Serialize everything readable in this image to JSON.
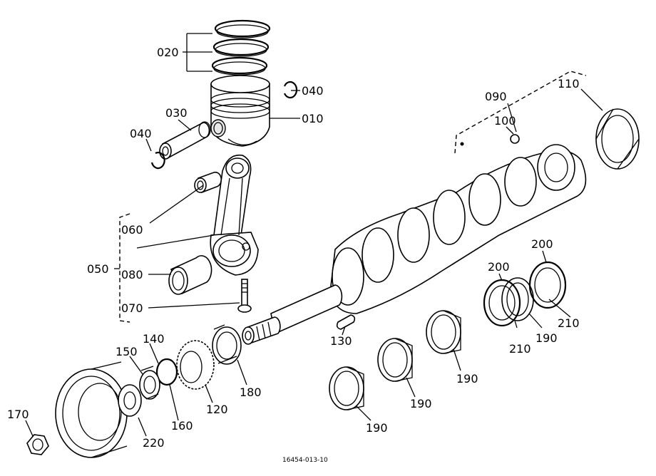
{
  "diagram": {
    "drawing_number": "16454-013-10",
    "callouts": [
      {
        "id": "c020",
        "text": "020"
      },
      {
        "id": "c040a",
        "text": "040"
      },
      {
        "id": "c030",
        "text": "030"
      },
      {
        "id": "c010",
        "text": "010"
      },
      {
        "id": "c040b",
        "text": "040"
      },
      {
        "id": "c090",
        "text": "090"
      },
      {
        "id": "c110",
        "text": "110"
      },
      {
        "id": "c100",
        "text": "100"
      },
      {
        "id": "c060",
        "text": "060"
      },
      {
        "id": "c050",
        "text": "050"
      },
      {
        "id": "c080",
        "text": "080"
      },
      {
        "id": "c070",
        "text": "070"
      },
      {
        "id": "c200a",
        "text": "200"
      },
      {
        "id": "c200b",
        "text": "200"
      },
      {
        "id": "c210a",
        "text": "210"
      },
      {
        "id": "c210b",
        "text": "210"
      },
      {
        "id": "c190a",
        "text": "190"
      },
      {
        "id": "c190b",
        "text": "190"
      },
      {
        "id": "c190c",
        "text": "190"
      },
      {
        "id": "c190d",
        "text": "190"
      },
      {
        "id": "c130",
        "text": "130"
      },
      {
        "id": "c140",
        "text": "140"
      },
      {
        "id": "c150",
        "text": "150"
      },
      {
        "id": "c180",
        "text": "180"
      },
      {
        "id": "c120",
        "text": "120"
      },
      {
        "id": "c160",
        "text": "160"
      },
      {
        "id": "c170",
        "text": "170"
      },
      {
        "id": "c220",
        "text": "220"
      }
    ]
  }
}
